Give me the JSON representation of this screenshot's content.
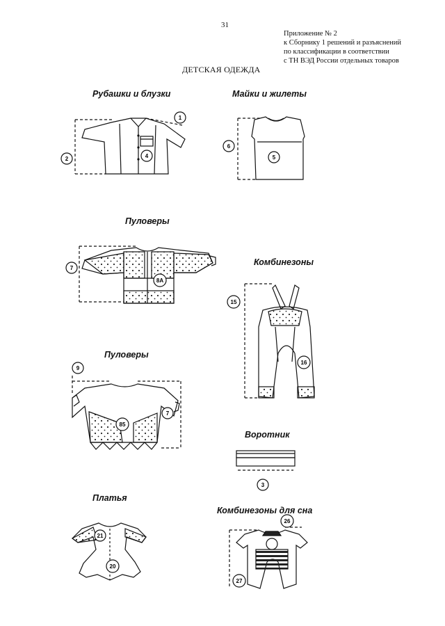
{
  "page_number": "31",
  "appendix_lines": [
    "Приложение № 2",
    "к Сборнику 1 решений и  разъяснений",
    "по классификации в соответствии",
    "с ТН ВЭД России отдельных товаров"
  ],
  "title": "ДЕТСКАЯ ОДЕЖДА",
  "captions": {
    "shirts": "Рубашки и блузки",
    "tshirts": "Майки и жилеты",
    "pullovers1": "Пуловеры",
    "overalls": "Комбинезоны",
    "pullovers2": "Пуловеры",
    "collar": "Воротник",
    "dresses": "Платья",
    "sleepsuits": "Комбинезоны для сна"
  },
  "markers": {
    "m1": "1",
    "m2": "2",
    "m4": "4",
    "m6": "6",
    "m5": "5",
    "m7a": "7",
    "m8a": "8A",
    "m15": "15",
    "m16": "16",
    "m9": "9",
    "m7b": "7",
    "m85": "85",
    "m3": "3",
    "m21": "21",
    "m20": "20",
    "m26": "26",
    "m27": "27"
  }
}
